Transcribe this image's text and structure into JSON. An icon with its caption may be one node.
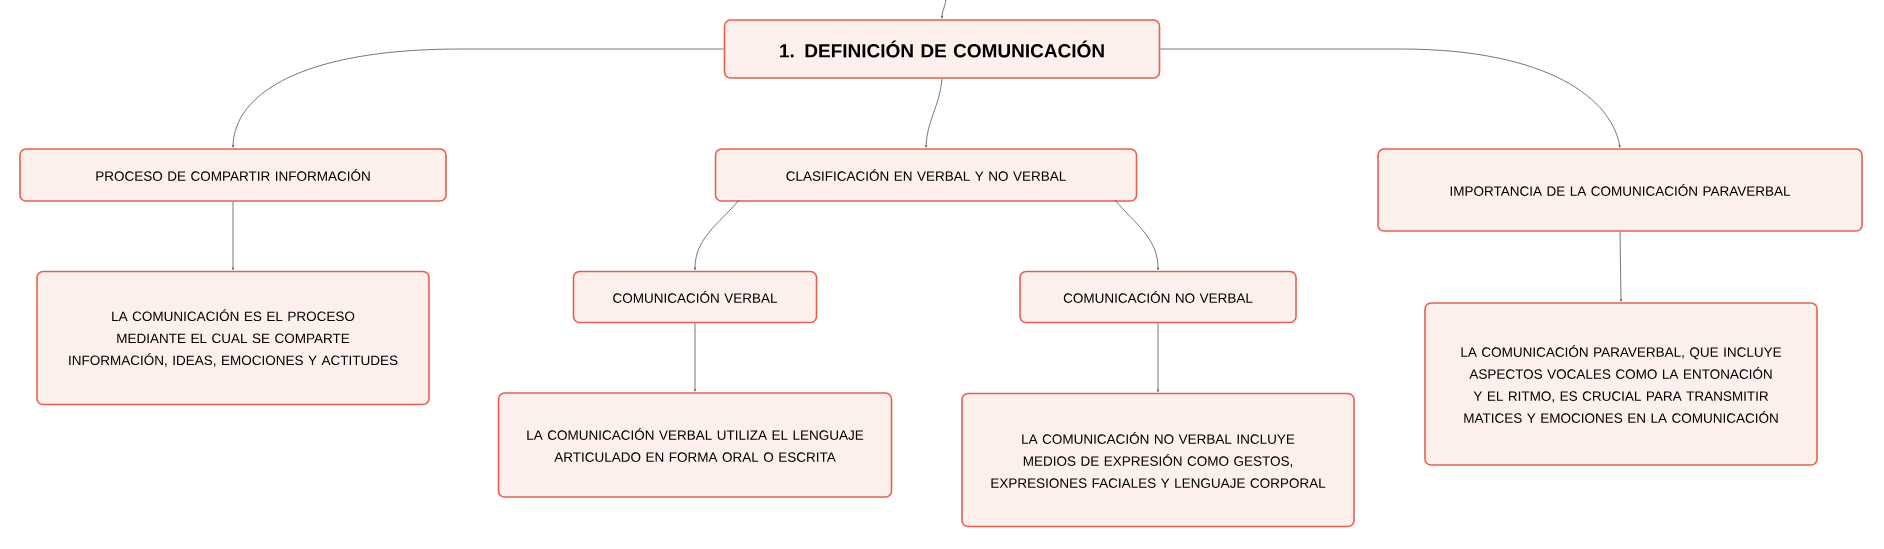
{
  "diagram": {
    "nodes": [
      {
        "text": [
          "1. DEFINICIÓN DE COMUNICACIÓN"
        ]
      },
      {
        "text": [
          "PROCESO DE COMPARTIR INFORMACIÓN"
        ]
      },
      {
        "text": [
          "CLASIFICACIÓN EN VERBAL Y NO VERBAL"
        ]
      },
      {
        "text": [
          "IMPORTANCIA DE LA COMUNICACIÓN PARAVERBAL"
        ]
      },
      {
        "text": [
          "LA COMUNICACIÓN ES EL PROCESO MEDIANTE EL CUAL SE COMPARTE INFORMACIÓN, IDEAS, EMOCIONES Y ACTITUDES"
        ]
      },
      {
        "text": [
          "COMUNICACIÓN VERBAL"
        ]
      },
      {
        "text": [
          "COMUNICACIÓN NO VERBAL"
        ]
      },
      {
        "text": [
          "LA COMUNICACIÓN VERBAL UTILIZA EL LENGUAJE ARTICULADO EN FORMA ORAL O ESCRITA"
        ]
      },
      {
        "text": [
          "LA COMUNICACIÓN NO VERBAL INCLUYE MEDIOS DE EXPRESIÓN COMO GESTOS, EXPRESIONES FACIALES Y LENGUAJE CORPORAL"
        ]
      },
      {
        "text": [
          "LA COMUNICACIÓN PARAVERBAL, QUE INCLUYE ASPECTOS VOCALES COMO LA ENTONACIÓN Y EL RITMO, ES CRUCIAL PARA TRANSMITIR MATICES Y EMOCIONES EN LA COMUNICACIÓN"
        ]
      }
    ],
    "edges": [
      {
        "from": null,
        "to": 0,
        "arrow": "to"
      },
      {
        "from": 0,
        "to": 1,
        "arrow": "to"
      },
      {
        "from": 0,
        "to": 2,
        "arrow": "to"
      },
      {
        "from": 0,
        "to": 3,
        "arrow": "to"
      },
      {
        "from": 1,
        "to": 4,
        "arrow": "to"
      },
      {
        "from": 2,
        "to": 5,
        "arrow": "to"
      },
      {
        "from": 2,
        "to": 6,
        "arrow": "to"
      },
      {
        "from": 3,
        "to": 9,
        "arrow": "to"
      },
      {
        "from": 5,
        "to": 7,
        "arrow": "to"
      },
      {
        "from": 6,
        "to": 8,
        "arrow": "to"
      }
    ]
  }
}
